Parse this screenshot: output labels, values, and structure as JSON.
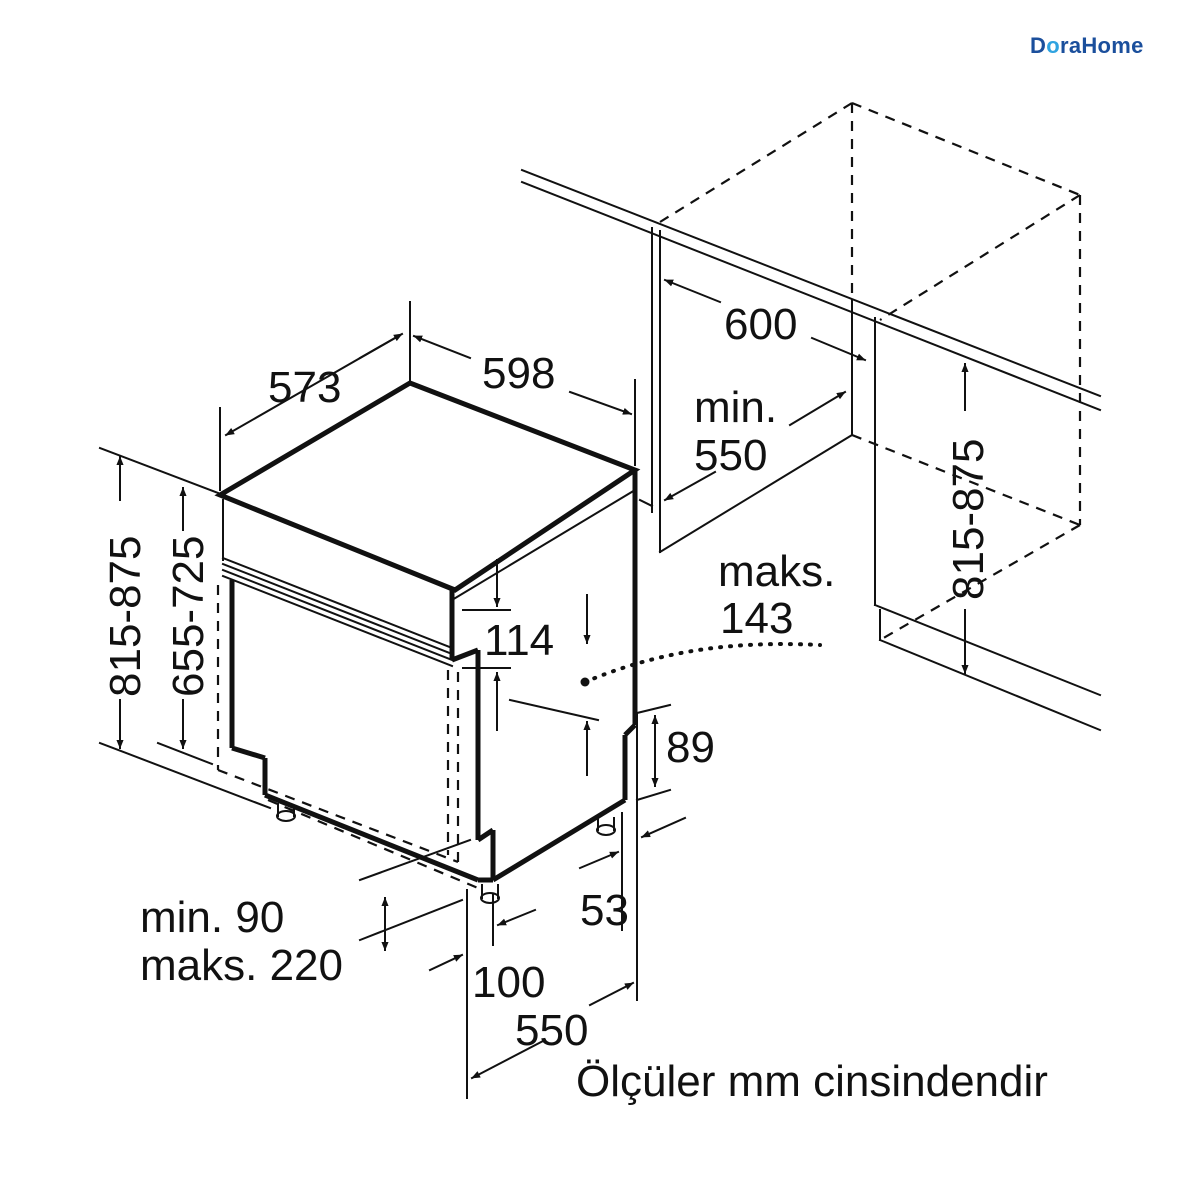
{
  "brand": {
    "name_part1": "D",
    "name_accent": "o",
    "name_part2": "raHome"
  },
  "dimensions": {
    "depth_top": "573",
    "width_top": "598",
    "niche_width": "600",
    "niche_depth_min_label": "min.",
    "niche_depth_min_value": "550",
    "niche_height": "815-875",
    "height_total": "815-875",
    "height_body": "655-725",
    "panel_height": "114",
    "max_label": "maks.",
    "max_value": "143",
    "plinth_height": "89",
    "plinth_depth": "53",
    "foot_min": "min. 90",
    "foot_max": "maks. 220",
    "foot_offset": "100",
    "depth_bottom": "550"
  },
  "footnote": "Ölçüler mm cinsindendir"
}
